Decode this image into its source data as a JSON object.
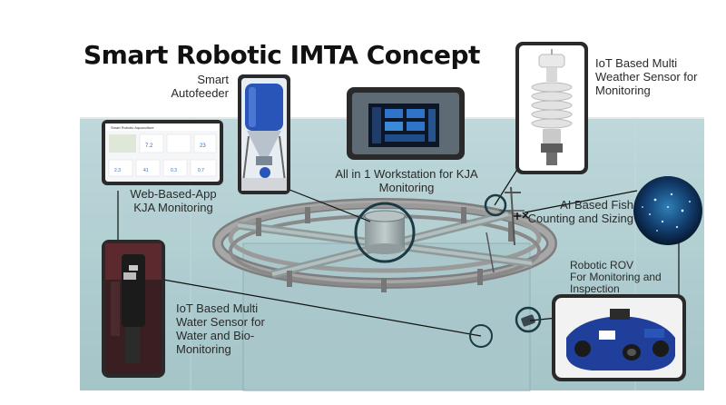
{
  "title": "Smart Robotic IMTA Concept",
  "labels": {
    "autofeeder": [
      "Smart",
      "Autofeeder"
    ],
    "workstation": [
      "All in 1 Workstation for KJA",
      "Monitoring"
    ],
    "weather": [
      "IoT Based Multi",
      "Weather Sensor for",
      "Monitoring"
    ],
    "webapp": [
      "Web-Based-App",
      "KJA Monitoring"
    ],
    "fish": [
      "AI Based Fish",
      "Counting and Sizing"
    ],
    "rov": [
      "Robotic ROV",
      "For Monitoring and",
      "Inspection"
    ],
    "water": [
      "IoT Based Multi",
      "Water Sensor for",
      "Water and Bio-",
      "Monitoring"
    ]
  },
  "dashboard": {
    "header": "Smart Robotic Aquaculture",
    "top_values": [
      "7.2",
      "23"
    ],
    "bottom_values": [
      "2.3",
      "41",
      "0.3",
      "0.7"
    ]
  },
  "colors": {
    "water": "#aacbcf",
    "cage_frame": "#9a9a9a",
    "rov_blue": "#1f3f9a",
    "feeder_blue": "#2a55b8",
    "callout_ring": "#1c3a44"
  }
}
